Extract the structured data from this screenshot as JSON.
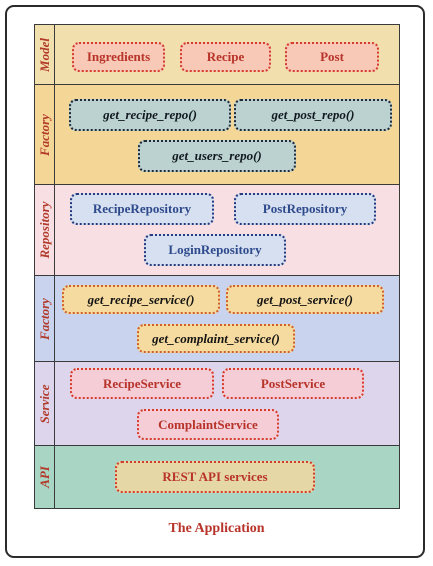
{
  "layers": {
    "model": {
      "label": "Model",
      "items": [
        "Ingredients",
        "Recipe",
        "Post"
      ]
    },
    "repo_factory": {
      "label": "Factory",
      "items": [
        "get_recipe_repo()",
        "get_post_repo()",
        "get_users_repo()"
      ]
    },
    "repository": {
      "label": "Repository",
      "items": [
        "RecipeRepository",
        "PostRepository",
        "LoginRepository"
      ]
    },
    "service_factory": {
      "label": "Factory",
      "items": [
        "get_recipe_service()",
        "get_post_service()",
        "get_complaint_service()"
      ]
    },
    "service": {
      "label": "Service",
      "items": [
        "RecipeService",
        "PostService",
        "ComplaintService"
      ]
    },
    "api": {
      "label": "API",
      "items": [
        "REST API services"
      ]
    }
  },
  "caption": "The Application"
}
